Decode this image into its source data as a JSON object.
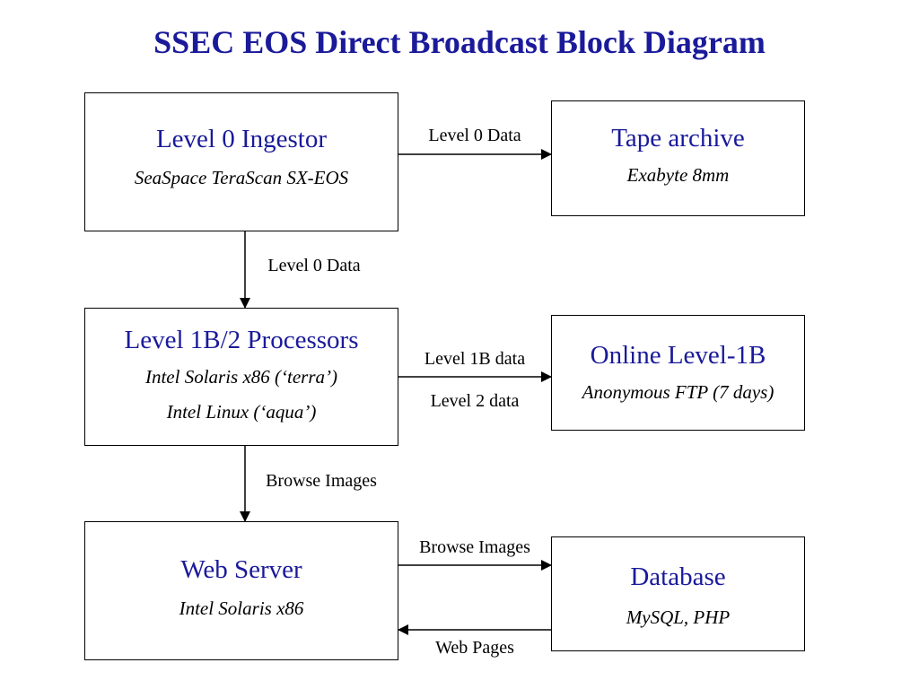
{
  "title": "SSEC EOS Direct Broadcast Block Diagram",
  "boxes": {
    "ingestor": {
      "name": "Level 0 Ingestor",
      "sub1": "SeaSpace TeraScan SX-EOS"
    },
    "tape": {
      "name": "Tape archive",
      "sub1": "Exabyte 8mm"
    },
    "processors": {
      "name": "Level 1B/2 Processors",
      "sub1": "Intel Solaris x86 (‘terra’)",
      "sub2": "Intel Linux (‘aqua’)"
    },
    "online": {
      "name": "Online Level-1B",
      "sub1": "Anonymous FTP (7 days)"
    },
    "web": {
      "name": "Web Server",
      "sub1": "Intel Solaris x86"
    },
    "database": {
      "name": "Database",
      "sub1": "MySQL, PHP"
    }
  },
  "edges": {
    "ingestor_to_tape": "Level 0 Data",
    "ingestor_to_processors": "Level 0 Data",
    "processors_to_online_1": "Level 1B data",
    "processors_to_online_2": "Level 2 data",
    "processors_to_web": "Browse Images",
    "web_to_database": "Browse Images",
    "database_to_web": "Web Pages"
  },
  "colors": {
    "title": "#1a1a9a",
    "box_name": "#1a1a9a",
    "line": "#000000"
  }
}
